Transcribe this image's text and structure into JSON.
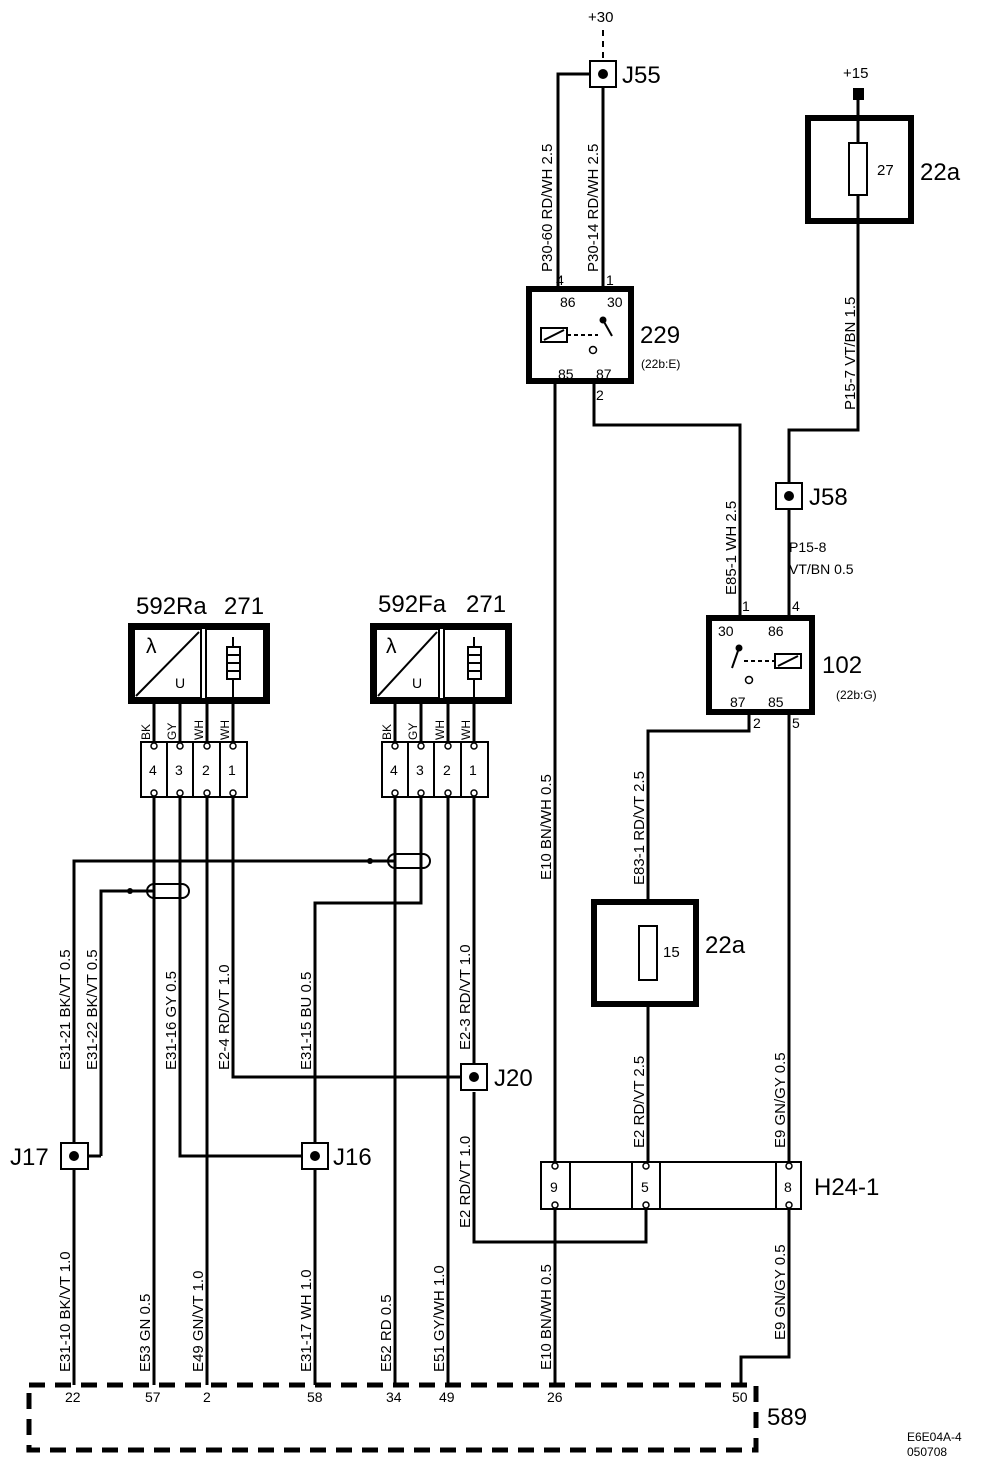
{
  "supplies": {
    "plus30": "+30",
    "plus15": "+15"
  },
  "junctions": {
    "j55": "J55",
    "j58": "J58",
    "j20": "J20",
    "j17": "J17",
    "j16": "J16"
  },
  "fuse_boxes": {
    "top": {
      "name": "22a",
      "fuse": "27"
    },
    "mid": {
      "name": "22a",
      "fuse": "15"
    }
  },
  "relay229": {
    "name": "229",
    "ref": "(22b:E)",
    "pins": [
      "86",
      "30",
      "85",
      "87"
    ],
    "wire_pins": [
      "4",
      "1",
      "2"
    ]
  },
  "relay102": {
    "name": "102",
    "ref": "(22b:G)",
    "pins": [
      "30",
      "86",
      "87",
      "85"
    ],
    "wire_pins": [
      "1",
      "4",
      "2",
      "5"
    ]
  },
  "sensor_rear": {
    "name": "592Ra",
    "heater": "271",
    "lambda": "λ",
    "u": "U",
    "colors": [
      "BK",
      "GY",
      "WH",
      "WH"
    ],
    "pins": [
      "4",
      "3",
      "2",
      "1"
    ]
  },
  "sensor_front": {
    "name": "592Fa",
    "heater": "271",
    "lambda": "λ",
    "u": "U",
    "colors": [
      "BK",
      "GY",
      "WH",
      "WH"
    ],
    "pins": [
      "4",
      "3",
      "2",
      "1"
    ]
  },
  "connector": {
    "name": "H24-1",
    "pins": [
      "9",
      "5",
      "8"
    ]
  },
  "ecu": {
    "name": "589",
    "pins": [
      "22",
      "57",
      "2",
      "58",
      "34",
      "49",
      "26",
      "50"
    ]
  },
  "wire_labels": {
    "p30_60": "P30-60   RD/WH  2.5",
    "p30_14": "P30-14   RD/WH  2.5",
    "p15_7": "P15-7   VT/BN  1.5",
    "e85_1": "E85-1   WH  2.5",
    "p15_8_a": "P15-8",
    "p15_8_b": "VT/BN   0.5",
    "e10_upper": "E10   BN/WH   0.5",
    "e83_1": "E83-1   RD/VT   2.5",
    "e2_upper": "E2   RD/VT  2.5",
    "e9_upper": "E9   GN/GY   0.5",
    "e31_21": "E31-21 BK/VT  0.5",
    "e31_22": "E31-22  BK/VT   0.5",
    "e31_16": "E31-16   GY  0.5",
    "e2_4": "E2-4  RD/VT  1.0",
    "e31_15": "E31-15   BU  0.5",
    "e2_3": "E2-3   RD/VT   1.0",
    "e2_lower": "E2  RD/VT  1.0",
    "e31_10": "E31-10  BK/VT  1.0",
    "e53": "E53   GN  0.5",
    "e49": "E49   GN/VT  1.0",
    "e31_17": "E31-17   WH  1.0",
    "e52": "E52   RD   0.5",
    "e51": "E51  GY/WH  1.0",
    "e10_lower": "E10  BN/WH  0.5",
    "e9_lower": "E9   GN/GY   0.5"
  },
  "footer": {
    "code": "E6E04A-4",
    "date": "050708"
  }
}
